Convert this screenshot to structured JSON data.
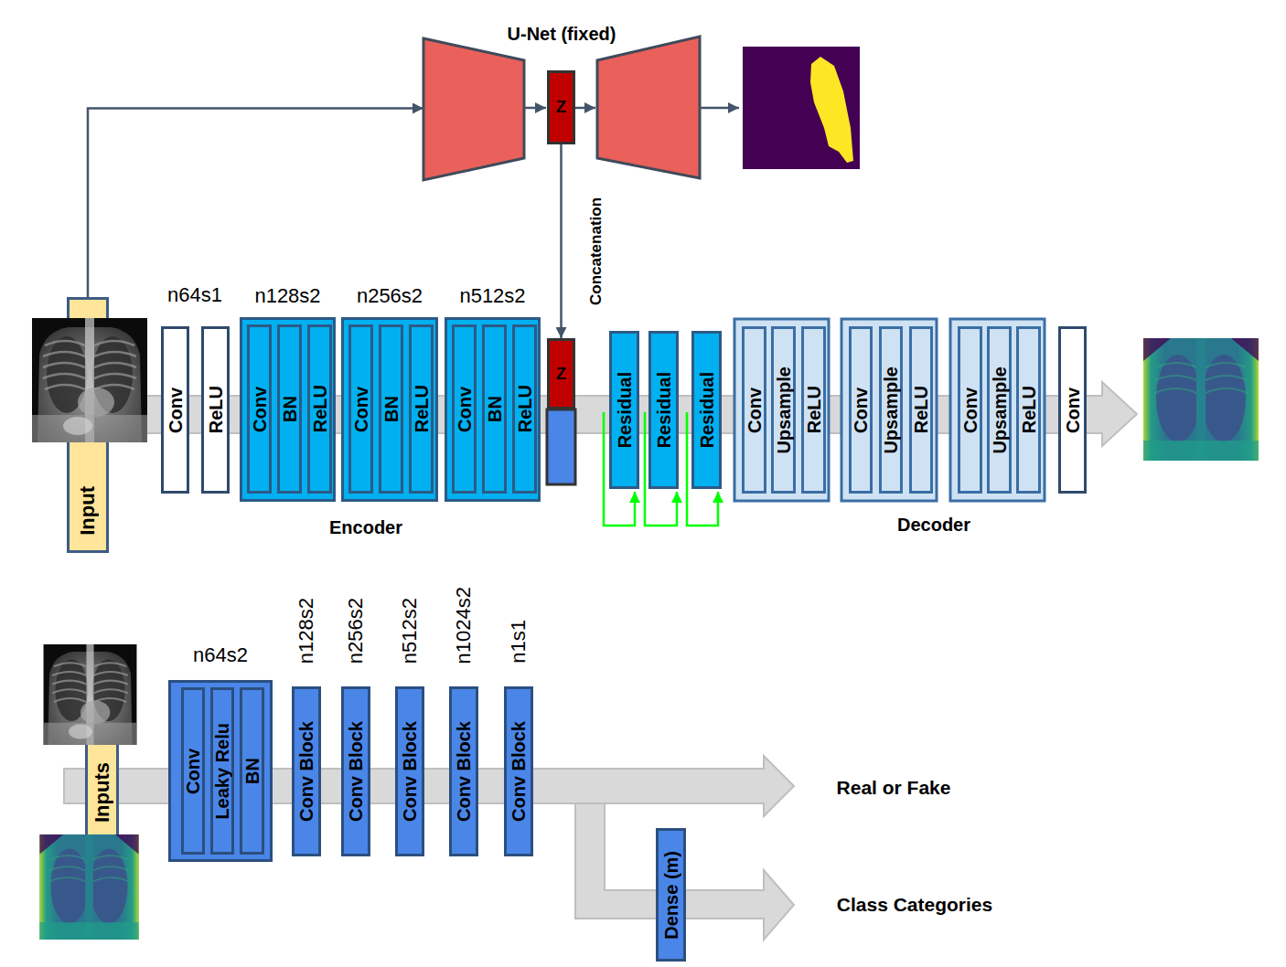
{
  "diagram": {
    "nodes": [
      {
        "text": [
          "U-Net (fixed)"
        ]
      },
      {
        "text": [
          "Z"
        ],
        "in": 0
      },
      {
        "text": [
          "Input"
        ]
      },
      {
        "text": [
          "Conv"
        ]
      },
      {
        "text": [
          "ReLU"
        ]
      },
      {
        "text": [
          "n128s2"
        ]
      },
      {
        "text": [
          "Conv"
        ],
        "in": 5
      },
      {
        "text": [
          "BN"
        ],
        "in": 5
      },
      {
        "text": [
          "ReLU"
        ],
        "in": 5
      },
      {
        "text": [
          "n256s2"
        ]
      },
      {
        "text": [
          "Conv"
        ],
        "in": 9
      },
      {
        "text": [
          "BN"
        ],
        "in": 9
      },
      {
        "text": [
          "ReLU"
        ],
        "in": 9
      },
      {
        "text": [
          "n512s2"
        ]
      },
      {
        "text": [
          "Conv"
        ],
        "in": 13
      },
      {
        "text": [
          "BN"
        ],
        "in": 13
      },
      {
        "text": [
          "ReLU"
        ],
        "in": 13
      },
      {
        "text": [
          "Z"
        ]
      },
      {
        "text": [
          "Residual"
        ]
      },
      {
        "text": [
          "Residual"
        ]
      },
      {
        "text": [
          "Residual"
        ]
      },
      {
        "text": [
          "Conv"
        ]
      },
      {
        "text": [
          "Upsample"
        ]
      },
      {
        "text": [
          "ReLU"
        ]
      },
      {
        "text": [
          "Conv"
        ]
      },
      {
        "text": [
          "Upsample"
        ]
      },
      {
        "text": [
          "ReLU"
        ]
      },
      {
        "text": [
          "Conv"
        ]
      },
      {
        "text": [
          "Upsample"
        ]
      },
      {
        "text": [
          "ReLU"
        ]
      },
      {
        "text": [
          "Conv"
        ]
      },
      {
        "text": [
          "Inputs"
        ]
      },
      {
        "text": [
          "n64s2"
        ]
      },
      {
        "text": [
          "Conv"
        ],
        "in": 32
      },
      {
        "text": [
          "Leaky Relu"
        ],
        "in": 32
      },
      {
        "text": [
          "BN"
        ],
        "in": 32
      },
      {
        "text": [
          "n128s2",
          "Conv Block"
        ]
      },
      {
        "text": [
          "n256s2",
          "Conv Block"
        ]
      },
      {
        "text": [
          "n512s2",
          "Conv Block"
        ]
      },
      {
        "text": [
          "n1024s2",
          "Conv Block"
        ]
      },
      {
        "text": [
          "n1s1",
          "Conv Block"
        ]
      },
      {
        "text": [
          "Dense (m)"
        ]
      }
    ],
    "edges": [
      {
        "from": 2,
        "to": 0,
        "arrow": "to"
      },
      {
        "from": 1,
        "to": 17,
        "label": "Concatenation",
        "arrow": "to"
      }
    ],
    "labels": [
      "n64s1",
      "Encoder",
      "Decoder",
      "Real or Fake",
      "Class Categories"
    ]
  }
}
